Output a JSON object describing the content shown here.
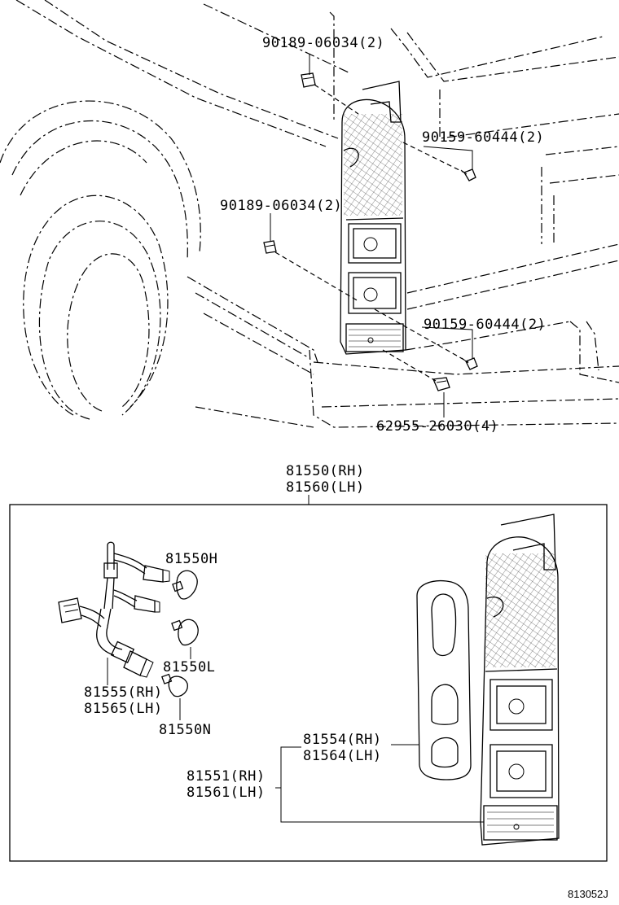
{
  "diagram": {
    "parts": {
      "nut_upper": "90189-06034(2)",
      "screw_upper": "90159-60444(2)",
      "nut_lower": "90189-06034(2)",
      "screw_lower": "90159-60444(2)",
      "clip": "62955-26030(4)",
      "lamp_assy_rh": "81550(RH)",
      "lamp_assy_lh": "81560(LH)",
      "bulb_h": "81550H",
      "bulb_l": "81550L",
      "bulb_n": "81550N",
      "socket_rh": "81555(RH)",
      "socket_lh": "81565(LH)",
      "gasket_rh": "81554(RH)",
      "gasket_lh": "81564(LH)",
      "lens_rh": "81551(RH)",
      "lens_lh": "81561(LH)"
    },
    "figure_code": "813052J"
  }
}
